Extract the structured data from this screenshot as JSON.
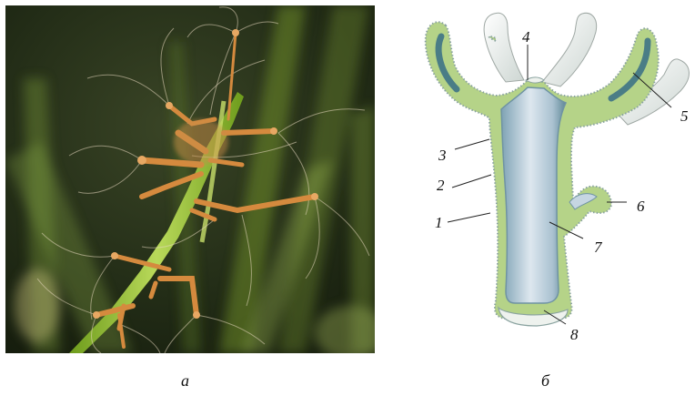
{
  "captions": {
    "left": "а",
    "right": "б"
  },
  "labels": [
    "1",
    "2",
    "3",
    "4",
    "5",
    "6",
    "7",
    "8"
  ],
  "colors": {
    "ectoderm": "#b5d388",
    "mesoglea_dark": "#4a7d86",
    "gut_cavity": "#c6d6e2",
    "tentacle_tip": "#eaeeea",
    "photo_background": "#27321a",
    "hydra_body": "#d99a55"
  }
}
